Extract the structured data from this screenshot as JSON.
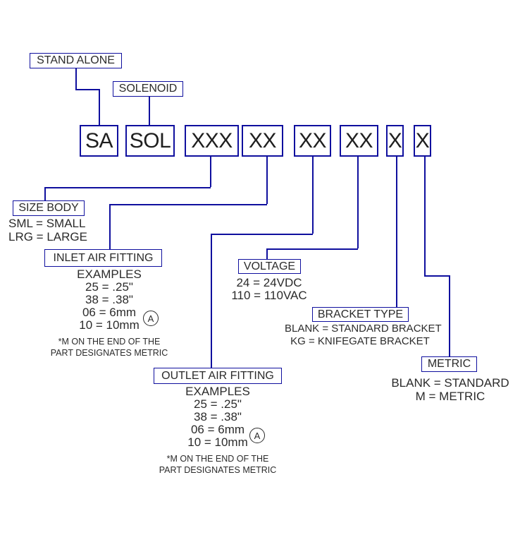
{
  "colors": {
    "line_blue": "#0f0f9e",
    "text": "#2b2b2b"
  },
  "top_labels": {
    "stand_alone": "STAND ALONE",
    "solenoid": "SOLENOID"
  },
  "part_boxes": [
    "SA",
    "SOL",
    "XXX",
    "XX",
    "XX",
    "XX",
    "X",
    "X"
  ],
  "size_body": {
    "title": "SIZE BODY",
    "lines": [
      "SML = SMALL",
      "LRG = LARGE"
    ]
  },
  "inlet_fitting": {
    "title": "INLET AIR FITTING",
    "heading": "EXAMPLES",
    "examples": [
      "25 = .25\"",
      "38 = .38\"",
      "06 = 6mm",
      "10 = 10mm"
    ],
    "badge": "A",
    "note_line1": "*M ON THE END OF THE",
    "note_line2": "PART DESIGNATES METRIC"
  },
  "outlet_fitting": {
    "title": "OUTLET AIR FITTING",
    "heading": "EXAMPLES",
    "examples": [
      "25 = .25\"",
      "38 = .38\"",
      "06 = 6mm",
      "10 = 10mm"
    ],
    "badge": "A",
    "note_line1": "*M ON THE END OF THE",
    "note_line2": "PART DESIGNATES METRIC"
  },
  "voltage": {
    "title": "VOLTAGE",
    "lines": [
      "24 = 24VDC",
      "110 = 110VAC"
    ]
  },
  "bracket_type": {
    "title": "BRACKET TYPE",
    "lines": [
      "BLANK = STANDARD BRACKET",
      "KG = KNIFEGATE BRACKET"
    ]
  },
  "metric": {
    "title": "METRIC",
    "lines": [
      "BLANK = STANDARD",
      "M = METRIC"
    ]
  }
}
